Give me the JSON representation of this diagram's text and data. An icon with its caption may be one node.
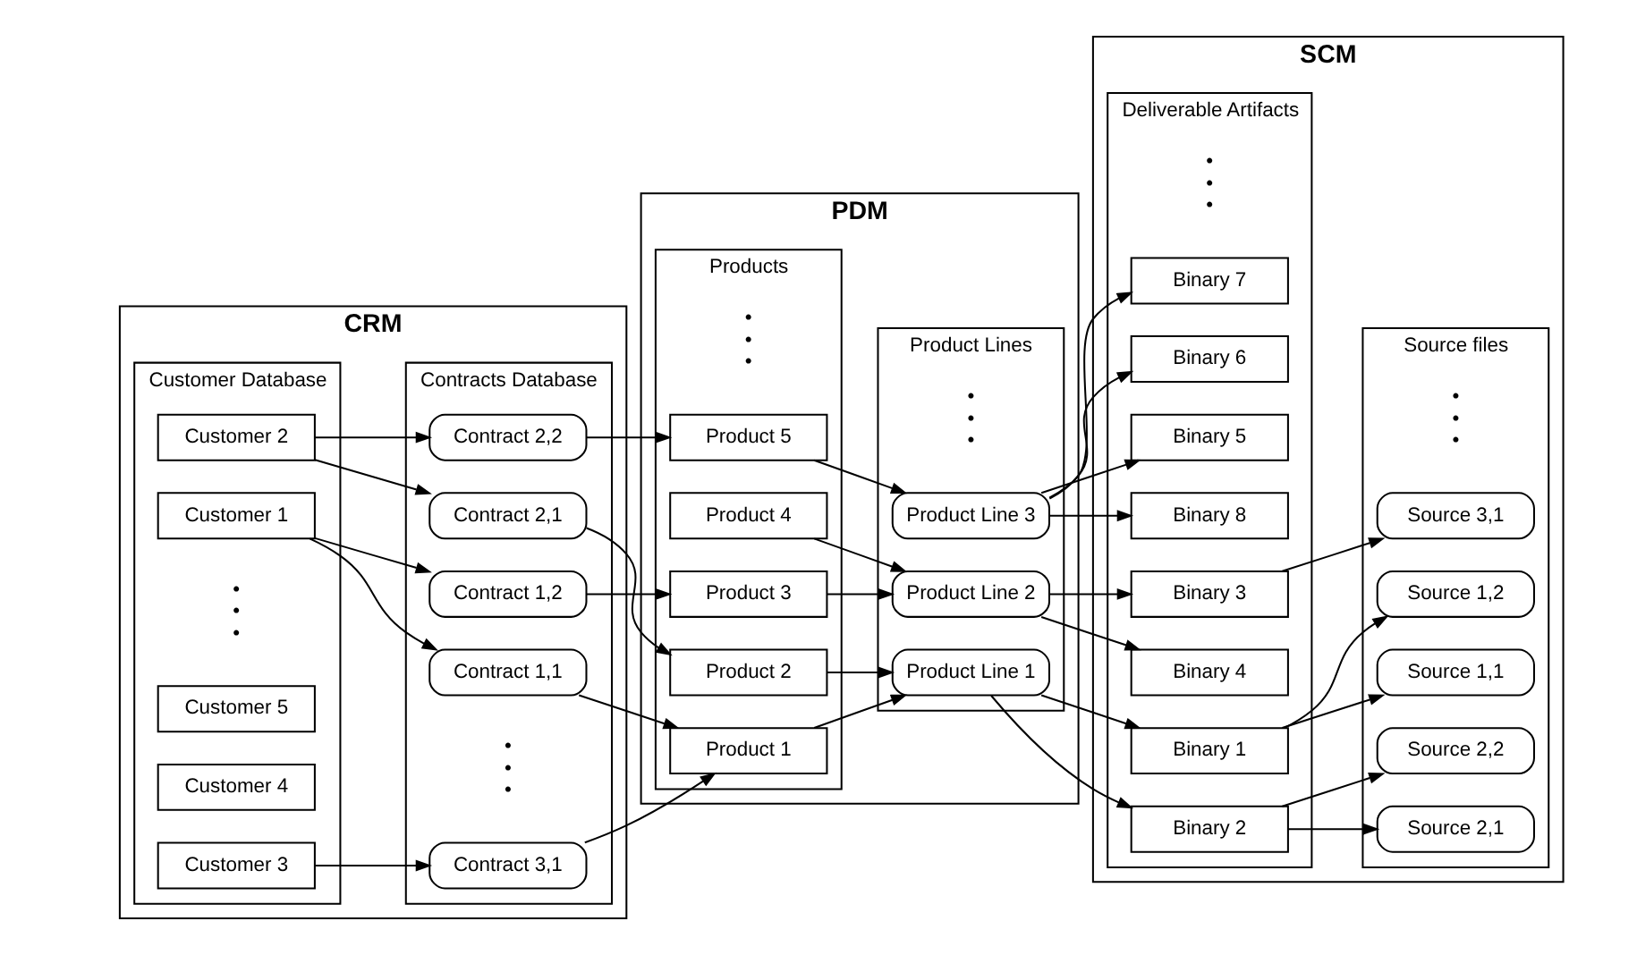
{
  "diagram": {
    "nodes": [
      {
        "text": [
          "CRM"
        ]
      },
      {
        "text": [
          "Customer Database"
        ],
        "in": 0
      },
      {
        "text": [
          "Contracts Database"
        ],
        "in": 0
      },
      {
        "text": [
          "PDM"
        ]
      },
      {
        "text": [
          "Products"
        ],
        "in": 3
      },
      {
        "text": [
          "Product Lines"
        ],
        "in": 3
      },
      {
        "text": [
          "SCM"
        ]
      },
      {
        "text": [
          "Deliverable Artifacts"
        ],
        "in": 6
      },
      {
        "text": [
          "Source files"
        ],
        "in": 6
      },
      {
        "text": [
          "Customer 1"
        ],
        "in": 1
      },
      {
        "text": [
          "Customer 2"
        ],
        "in": 1
      },
      {
        "text": [
          "Customer 3"
        ],
        "in": 1
      },
      {
        "text": [
          "Customer 4"
        ],
        "in": 1
      },
      {
        "text": [
          "Customer 5"
        ],
        "in": 1
      },
      {
        "text": [
          "Contract 1,1"
        ],
        "in": 2
      },
      {
        "text": [
          "Contract 1,2"
        ],
        "in": 2
      },
      {
        "text": [
          "Contract 2,1"
        ],
        "in": 2
      },
      {
        "text": [
          "Contract 2,2"
        ],
        "in": 2
      },
      {
        "text": [
          "Contract 3,1"
        ],
        "in": 2
      },
      {
        "text": [
          "Product 1"
        ],
        "in": 4
      },
      {
        "text": [
          "Product 2"
        ],
        "in": 4
      },
      {
        "text": [
          "Product 3"
        ],
        "in": 4
      },
      {
        "text": [
          "Product 4"
        ],
        "in": 4
      },
      {
        "text": [
          "Product 5"
        ],
        "in": 4
      },
      {
        "text": [
          "Product Line 1"
        ],
        "in": 5
      },
      {
        "text": [
          "Product Line 2"
        ],
        "in": 5
      },
      {
        "text": [
          "Product Line 3"
        ],
        "in": 5
      },
      {
        "text": [
          "Binary 1"
        ],
        "in": 7
      },
      {
        "text": [
          "Binary 2"
        ],
        "in": 7
      },
      {
        "text": [
          "Binary 3"
        ],
        "in": 7
      },
      {
        "text": [
          "Binary 4"
        ],
        "in": 7
      },
      {
        "text": [
          "Binary 5"
        ],
        "in": 7
      },
      {
        "text": [
          "Binary 6"
        ],
        "in": 7
      },
      {
        "text": [
          "Binary 7"
        ],
        "in": 7
      },
      {
        "text": [
          "Binary 8"
        ],
        "in": 7
      },
      {
        "text": [
          "Source 1,1"
        ],
        "in": 8
      },
      {
        "text": [
          "Source 1,2"
        ],
        "in": 8
      },
      {
        "text": [
          "Source 2,1"
        ],
        "in": 8
      },
      {
        "text": [
          "Source 2,2"
        ],
        "in": 8
      },
      {
        "text": [
          "Source 3,1"
        ],
        "in": 8
      }
    ],
    "edges": [
      {
        "from": 9,
        "to": 14,
        "arrow": "to"
      },
      {
        "from": 9,
        "to": 15,
        "arrow": "to"
      },
      {
        "from": 10,
        "to": 16,
        "arrow": "to"
      },
      {
        "from": 10,
        "to": 17,
        "arrow": "to"
      },
      {
        "from": 11,
        "to": 18,
        "arrow": "to"
      },
      {
        "from": 14,
        "to": 19,
        "arrow": "to"
      },
      {
        "from": 15,
        "to": 21,
        "arrow": "to"
      },
      {
        "from": 16,
        "to": 20,
        "arrow": "to"
      },
      {
        "from": 17,
        "to": 23,
        "arrow": "to"
      },
      {
        "from": 18,
        "to": 19,
        "arrow": "to"
      },
      {
        "from": 19,
        "to": 24,
        "arrow": "to"
      },
      {
        "from": 20,
        "to": 24,
        "arrow": "to"
      },
      {
        "from": 21,
        "to": 25,
        "arrow": "to"
      },
      {
        "from": 22,
        "to": 25,
        "arrow": "to"
      },
      {
        "from": 23,
        "to": 26,
        "arrow": "to"
      },
      {
        "from": 24,
        "to": 27,
        "arrow": "to"
      },
      {
        "from": 24,
        "to": 28,
        "arrow": "to"
      },
      {
        "from": 25,
        "to": 29,
        "arrow": "to"
      },
      {
        "from": 25,
        "to": 30,
        "arrow": "to"
      },
      {
        "from": 26,
        "to": 31,
        "arrow": "to"
      },
      {
        "from": 26,
        "to": 32,
        "arrow": "to"
      },
      {
        "from": 26,
        "to": 33,
        "arrow": "to"
      },
      {
        "from": 26,
        "to": 34,
        "arrow": "to"
      },
      {
        "from": 27,
        "to": 35,
        "arrow": "to"
      },
      {
        "from": 27,
        "to": 36,
        "arrow": "to"
      },
      {
        "from": 28,
        "to": 37,
        "arrow": "to"
      },
      {
        "from": 28,
        "to": 38,
        "arrow": "to"
      },
      {
        "from": 29,
        "to": 39,
        "arrow": "to"
      }
    ],
    "labels": [
      "• • •",
      "• • •",
      "• • •",
      "• • •",
      "• • •",
      "• • •"
    ]
  }
}
